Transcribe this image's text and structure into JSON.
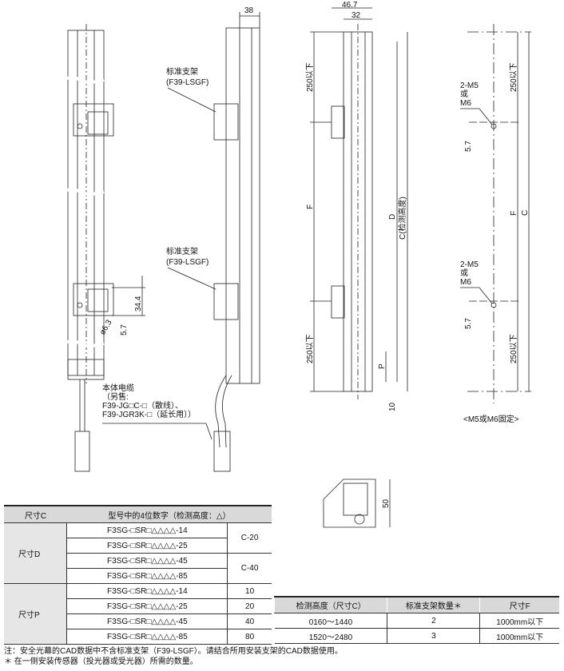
{
  "drawing": {
    "dim_38": "38",
    "dim_46_7": "46.7",
    "dim_32": "32",
    "dim_250_below": "250以下",
    "dim_F": "F",
    "dim_D": "D",
    "dim_C_detect": "C(检测高度)",
    "dim_P": "P",
    "dim_10": "10",
    "dim_34_4": "34.4",
    "dim_phi6_3": "ø6.3",
    "dim_5_7": "5.7",
    "dim_50": "50",
    "dim_C": "C",
    "bracket_label_1": "标准支架",
    "bracket_label_2": "(F39-LSGF)",
    "cable_label": [
      "本体电缆",
      "（另售:",
      "F39-JG□C-□（散线）、",
      "F39-JGR3K-□（延长用））"
    ],
    "hole_label": [
      "2-M5",
      "或",
      "M6"
    ],
    "mount_caption": "<M5或M6固定>"
  },
  "table_dimensions": {
    "headers": [
      "尺寸C",
      "型号中的4位数字（检测高度：△）"
    ],
    "groups": [
      {
        "label": "尺寸D",
        "rows": [
          {
            "model": "F3SG-□SR□△△△△-14",
            "value": "C-20"
          },
          {
            "model": "F3SG-□SR□△△△△-25",
            "value": ""
          },
          {
            "model": "F3SG-□SR□△△△△-45",
            "value": "C-40"
          },
          {
            "model": "F3SG-□SR□△△△△-85",
            "value": ""
          }
        ]
      },
      {
        "label": "尺寸P",
        "rows": [
          {
            "model": "F3SG-□SR□△△△△-14",
            "value": "10"
          },
          {
            "model": "F3SG-□SR□△△△△-25",
            "value": "20"
          },
          {
            "model": "F3SG-□SR□△△△△-45",
            "value": "40"
          },
          {
            "model": "F3SG-□SR□△△△△-85",
            "value": "80"
          }
        ]
      }
    ]
  },
  "table_brackets": {
    "headers": [
      "检测高度（尺寸C）",
      "标准支架数量＊",
      "尺寸F"
    ],
    "rows": [
      [
        "0160～1440",
        "2",
        "1000mm以下"
      ],
      [
        "1520～2480",
        "3",
        "1000mm以下"
      ]
    ]
  },
  "notes": [
    "注：安全光幕的CAD数据中不含标准支架（F39-LSGF）。请结合所用安装支架的CAD数据使用。",
    "＊ 在一侧安装传感器（投光器或受光器）所需的数量。"
  ]
}
